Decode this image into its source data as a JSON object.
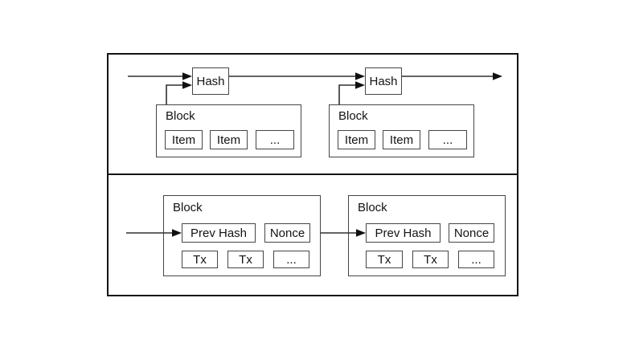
{
  "top_panel": {
    "hash_nodes": [
      "Hash",
      "Hash"
    ],
    "blocks": [
      {
        "label": "Block",
        "items": [
          "Item",
          "Item",
          "..."
        ]
      },
      {
        "label": "Block",
        "items": [
          "Item",
          "Item",
          "..."
        ]
      }
    ]
  },
  "bottom_panel": {
    "blocks": [
      {
        "label": "Block",
        "fields": [
          "Prev Hash",
          "Nonce"
        ],
        "txs": [
          "Tx",
          "Tx",
          "..."
        ]
      },
      {
        "label": "Block",
        "fields": [
          "Prev Hash",
          "Nonce"
        ],
        "txs": [
          "Tx",
          "Tx",
          "..."
        ]
      }
    ]
  },
  "colors": {
    "background": "#ffffff",
    "frame_border": "#141414",
    "box_border": "#464646",
    "arrow_line": "#303030",
    "arrow_head": "#101010",
    "text": "#131313"
  }
}
